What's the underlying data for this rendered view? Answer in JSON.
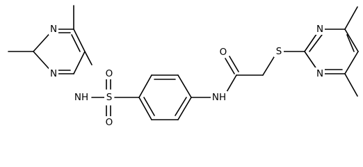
{
  "structure": {
    "atom_labels": {
      "ring_a_n_top": "N",
      "ring_a_n_bottom": "N",
      "sulfonamide_nh": "NH",
      "sulfonyl_s": "S",
      "sulfonyl_o_top": "O",
      "sulfonyl_o_bottom": "O",
      "amide_nh": "NH",
      "carbonyl_o": "O",
      "thioether_s": "S",
      "ring_c_n_top": "N",
      "ring_c_n_bottom": "N"
    },
    "colors": {
      "bond": "#000000",
      "label": "#000000",
      "background": "#ffffff"
    }
  }
}
